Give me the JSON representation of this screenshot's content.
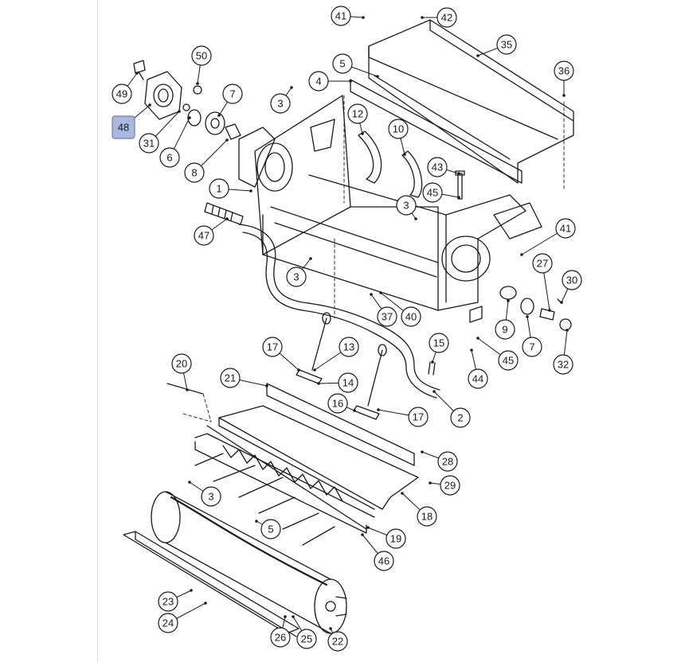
{
  "callouts": [
    {
      "label": "1"
    },
    {
      "label": "2"
    },
    {
      "label": "3"
    },
    {
      "label": "3"
    },
    {
      "label": "3"
    },
    {
      "label": "3"
    },
    {
      "label": "4"
    },
    {
      "label": "5"
    },
    {
      "label": "5"
    },
    {
      "label": "6"
    },
    {
      "label": "7"
    },
    {
      "label": "7"
    },
    {
      "label": "8"
    },
    {
      "label": "9"
    },
    {
      "label": "10"
    },
    {
      "label": "12"
    },
    {
      "label": "13"
    },
    {
      "label": "14"
    },
    {
      "label": "15"
    },
    {
      "label": "16"
    },
    {
      "label": "17"
    },
    {
      "label": "17"
    },
    {
      "label": "18"
    },
    {
      "label": "19"
    },
    {
      "label": "20"
    },
    {
      "label": "21"
    },
    {
      "label": "22"
    },
    {
      "label": "23"
    },
    {
      "label": "24"
    },
    {
      "label": "25"
    },
    {
      "label": "26"
    },
    {
      "label": "27"
    },
    {
      "label": "28"
    },
    {
      "label": "29"
    },
    {
      "label": "30"
    },
    {
      "label": "31"
    },
    {
      "label": "32"
    },
    {
      "label": "35"
    },
    {
      "label": "36"
    },
    {
      "label": "37"
    },
    {
      "label": "40"
    },
    {
      "label": "41"
    },
    {
      "label": "41"
    },
    {
      "label": "42"
    },
    {
      "label": "43"
    },
    {
      "label": "44"
    },
    {
      "label": "45"
    },
    {
      "label": "45"
    },
    {
      "label": "46"
    },
    {
      "label": "47"
    },
    {
      "label": "48",
      "highlighted": true
    },
    {
      "label": "49"
    },
    {
      "label": "50"
    }
  ],
  "colors": {
    "line": "#1a1a1a",
    "highlight_fill": "#a9b8dc",
    "highlight_stroke": "#6b7fb5",
    "callout_fill": "#ffffff"
  }
}
